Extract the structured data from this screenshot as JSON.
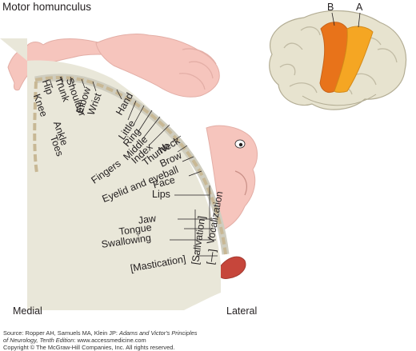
{
  "title": "Motor homunculus",
  "brain_labels": {
    "a": "A",
    "b": "B"
  },
  "sides": {
    "medial": "Medial",
    "lateral": "Lateral"
  },
  "body_parts": {
    "hip": "Hip",
    "trunk": "Trunk",
    "shoulder": "Shoulder",
    "elbow": "Elbow",
    "wrist": "Wrist",
    "knee": "Knee",
    "ankle": "Ankle",
    "toes": "Toes",
    "hand": "Hand",
    "little": "Little",
    "ring": "Ring",
    "middle": "Middle",
    "index": "Index",
    "thumb": "Thumb",
    "fingers": "Fingers",
    "neck": "Neck",
    "brow": "Brow",
    "eyelid": "Eyelid and eyeball",
    "face": "Face",
    "lips": "Lips",
    "jaw": "Jaw",
    "tongue": "Tongue",
    "swallowing": "Swallowing",
    "vocalization": "Vocalization",
    "salivation": "[Salivation]",
    "mastication": "[Mastication]",
    "bracket_mark": "[—]"
  },
  "source": {
    "prefix": "Source: Ropper AH, Samuels MA, Klein JP: ",
    "book_line1": "Adams and Victor's Principles",
    "book_line2": "of Neurology, Tenth Edition",
    "suffix": ": www.accessmedicine.com",
    "copyright": "Copyright © The McGraw-Hill Companies, Inc. All rights reserved."
  },
  "colors": {
    "cortex": "#e9e7d9",
    "gray_matter": "#cfcdbf",
    "homunculus_skin": "#f6c5bd",
    "motor_cortex": "#f5a623",
    "premotor": "#e8731a",
    "dash": "#c8b895",
    "line": "#231f20"
  }
}
